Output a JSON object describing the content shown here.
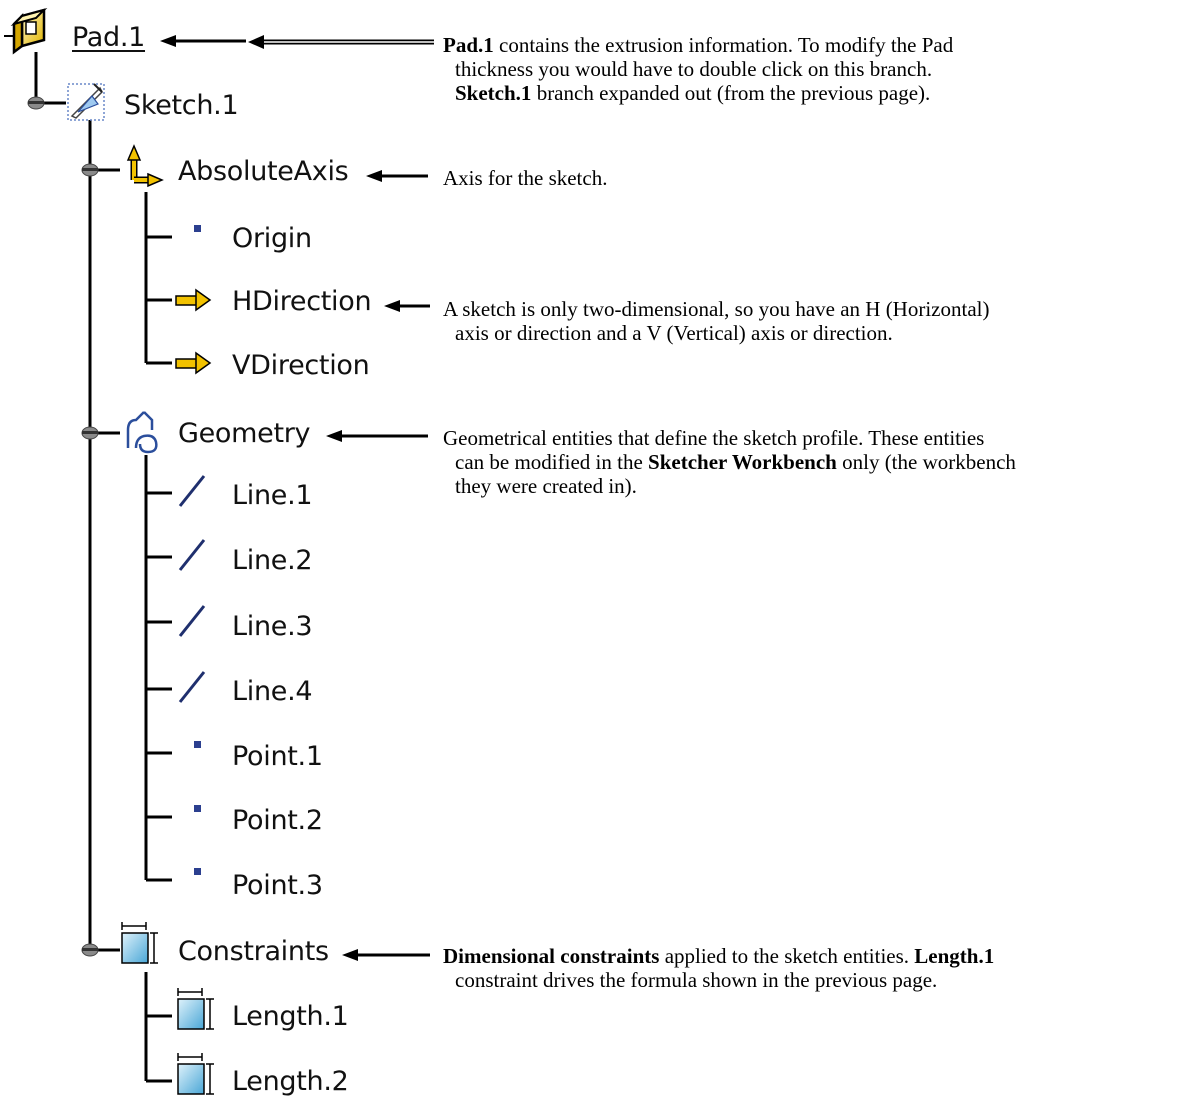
{
  "tree": {
    "pad": {
      "label": "Pad.1"
    },
    "sketch": {
      "label": "Sketch.1"
    },
    "absolute_axis": {
      "label": "AbsoluteAxis"
    },
    "origin": {
      "label": "Origin"
    },
    "hdirection": {
      "label": "HDirection"
    },
    "vdirection": {
      "label": "VDirection"
    },
    "geometry": {
      "label": "Geometry"
    },
    "lines": [
      {
        "label": "Line.1"
      },
      {
        "label": "Line.2"
      },
      {
        "label": "Line.3"
      },
      {
        "label": "Line.4"
      }
    ],
    "points": [
      {
        "label": "Point.1"
      },
      {
        "label": "Point.2"
      },
      {
        "label": "Point.3"
      }
    ],
    "constraints": {
      "label": "Constraints"
    },
    "lengths": [
      {
        "label": "Length.1"
      },
      {
        "label": "Length.2"
      }
    ]
  },
  "notes": {
    "pad": {
      "l1_bold": "Pad.1",
      "l1_text": " contains the extrusion information.  To modify the Pad",
      "l2_text": "thickness you would have to double click on this branch.",
      "l3_bold": "Sketch.1",
      "l3_text": " branch expanded out (from the previous page)."
    },
    "axis": {
      "l1_text": "Axis for the sketch."
    },
    "direction": {
      "l1_text": "A sketch is only two-dimensional, so you have an H (Horizontal)",
      "l2_text": "axis or direction and a V (Vertical) axis or direction."
    },
    "geometry": {
      "l1_text": "Geometrical entities that define the sketch profile.  These entities",
      "l2_text": "can be modified in the ",
      "l2_bold": "Sketcher Workbench",
      "l2_text2": " only (the workbench",
      "l3_text": "they were created in)."
    },
    "constraints": {
      "l1_bold": "Dimensional constraints",
      "l1_text": " applied to the sketch entities.  ",
      "l1_bold2": "Length.1",
      "l2_text": "constraint drives the formula shown in the previous page."
    }
  },
  "colors": {
    "tree_line": "#000000",
    "node_knob": "#808080",
    "axis_icon": "#f2c200",
    "point_icon": "#2b3f8f",
    "constraint_icon": "#4aa8d6",
    "line_icon": "#1f2f6e"
  }
}
